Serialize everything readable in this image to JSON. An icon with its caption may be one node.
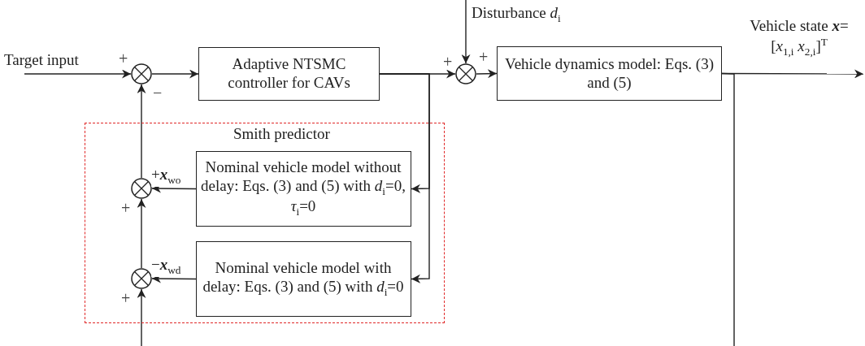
{
  "diagram": {
    "nodes": [
      {
        "text": [],
        "shape": "circle",
        "beside": [
          "+",
          "−"
        ]
      },
      {
        "text": [
          "Adaptive NTSMC controller for CAVs"
        ]
      },
      {
        "text": [],
        "shape": "circle",
        "beside": [
          "+",
          "+"
        ]
      },
      {
        "text": [
          "Vehicle dynamics model: Eqs. (3) and (5)"
        ]
      },
      {
        "text": [
          "Smith predictor"
        ]
      },
      {
        "text": [],
        "shape": "circle",
        "beside": [
          "+"
        ],
        "in": 4
      },
      {
        "text": [
          "Nominal vehicle model without delay: Eqs. (3) and (5) with *d*$_{i}$=0, *τ*$_{i}$=0"
        ],
        "in": 4
      },
      {
        "text": [],
        "shape": "circle",
        "beside": [
          "+"
        ],
        "in": 4
      },
      {
        "text": [
          "Nominal vehicle model with delay: Eqs. (3) and (5) with *d*$_{i}$=0"
        ],
        "in": 4
      }
    ],
    "edges": [
      {
        "from": null,
        "to": 0,
        "arrow": "to",
        "label": "Target input"
      },
      {
        "from": 0,
        "to": 1,
        "arrow": "to"
      },
      {
        "from": 1,
        "to": 2,
        "arrow": "to"
      },
      {
        "from": null,
        "to": 2,
        "arrow": "to",
        "label": "Disturbance *d*$_{i}$"
      },
      {
        "from": 2,
        "to": 3,
        "arrow": "to"
      },
      {
        "from": 3,
        "to": null,
        "arrow": "to",
        "label": "Vehicle state **x**=[*x*$_{1,i}$ *x*$_{2,i}$]$^{T}$"
      },
      {
        "from": 1,
        "to": 6,
        "arrow": "to"
      },
      {
        "from": 1,
        "to": 8,
        "arrow": "to"
      },
      {
        "from": 6,
        "to": 5,
        "arrow": "to",
        "label": "+**x**$_{wo}$"
      },
      {
        "from": 8,
        "to": 7,
        "arrow": "to",
        "label": "−**x**$_{wd}$"
      },
      {
        "from": 7,
        "to": 5,
        "arrow": "to"
      },
      {
        "from": 5,
        "to": 0,
        "arrow": "to"
      },
      {
        "from": null,
        "to": 7,
        "arrow": "to"
      },
      {
        "from": 3,
        "to": null,
        "arrow": "none"
      }
    ]
  }
}
